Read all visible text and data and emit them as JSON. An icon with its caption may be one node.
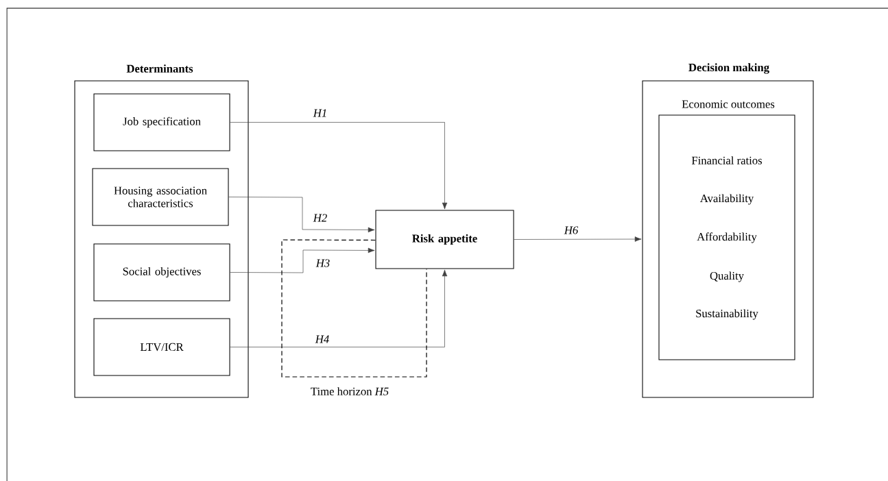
{
  "diagram": {
    "nodes": [
      {
        "text": [
          "Determinants"
        ]
      },
      {
        "text": [
          "Job specification"
        ],
        "in": 0
      },
      {
        "text": [
          "Housing association characteristics"
        ],
        "in": 0
      },
      {
        "text": [
          "Social objectives"
        ],
        "in": 0
      },
      {
        "text": [
          "LTV/ICR"
        ],
        "in": 0
      },
      {
        "text": [
          "Risk appetite"
        ]
      },
      {
        "text": [
          "Decision making"
        ]
      },
      {
        "text": [
          "Economic outcomes",
          "Financial ratios",
          "Availability",
          "Affordability",
          "Quality",
          "Sustainability"
        ],
        "in": 6
      }
    ],
    "edges": [
      {
        "from": 1,
        "to": 5,
        "arrow": "to",
        "label": "H1"
      },
      {
        "from": 2,
        "to": 5,
        "arrow": "to",
        "label": "H2"
      },
      {
        "from": 3,
        "to": 5,
        "arrow": "to",
        "label": "H3"
      },
      {
        "from": 4,
        "to": 5,
        "arrow": "to",
        "label": "H4"
      },
      {
        "from": 5,
        "to": 5,
        "arrow": "none",
        "label": "Time horizon *H5*",
        "style": "dashed"
      },
      {
        "from": 5,
        "to": 6,
        "arrow": "to",
        "label": "H6"
      }
    ]
  }
}
